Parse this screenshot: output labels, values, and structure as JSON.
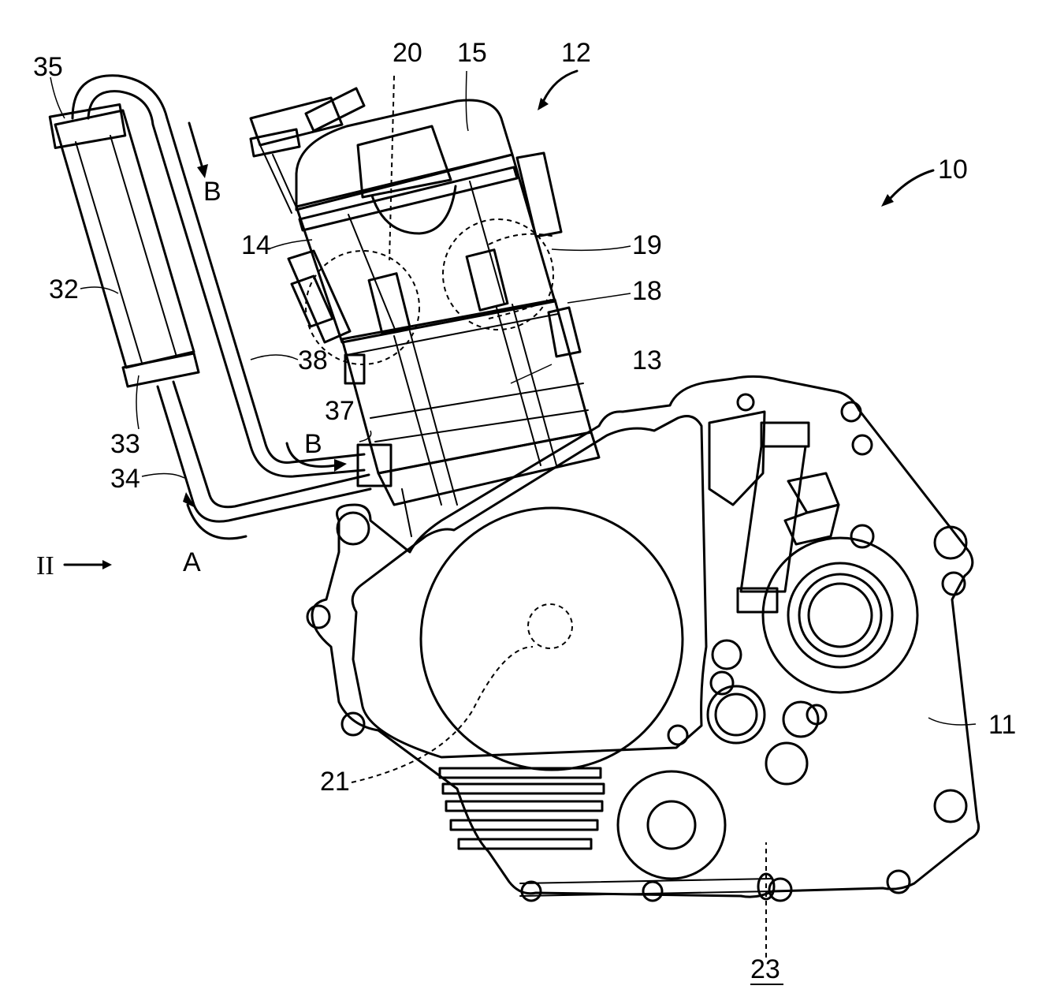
{
  "labels": {
    "l10": "10",
    "l11": "11",
    "l12": "12",
    "l13": "13",
    "l14": "14",
    "l15": "15",
    "l18": "18",
    "l19": "19",
    "l20": "20",
    "l21": "21",
    "l23": "23",
    "l32": "32",
    "l33": "33",
    "l34": "34",
    "l35": "35",
    "l37": "37",
    "l38": "38"
  },
  "flow_labels": {
    "a": "A",
    "b_top": "B",
    "b_mid": "B"
  },
  "view_marker": "II"
}
